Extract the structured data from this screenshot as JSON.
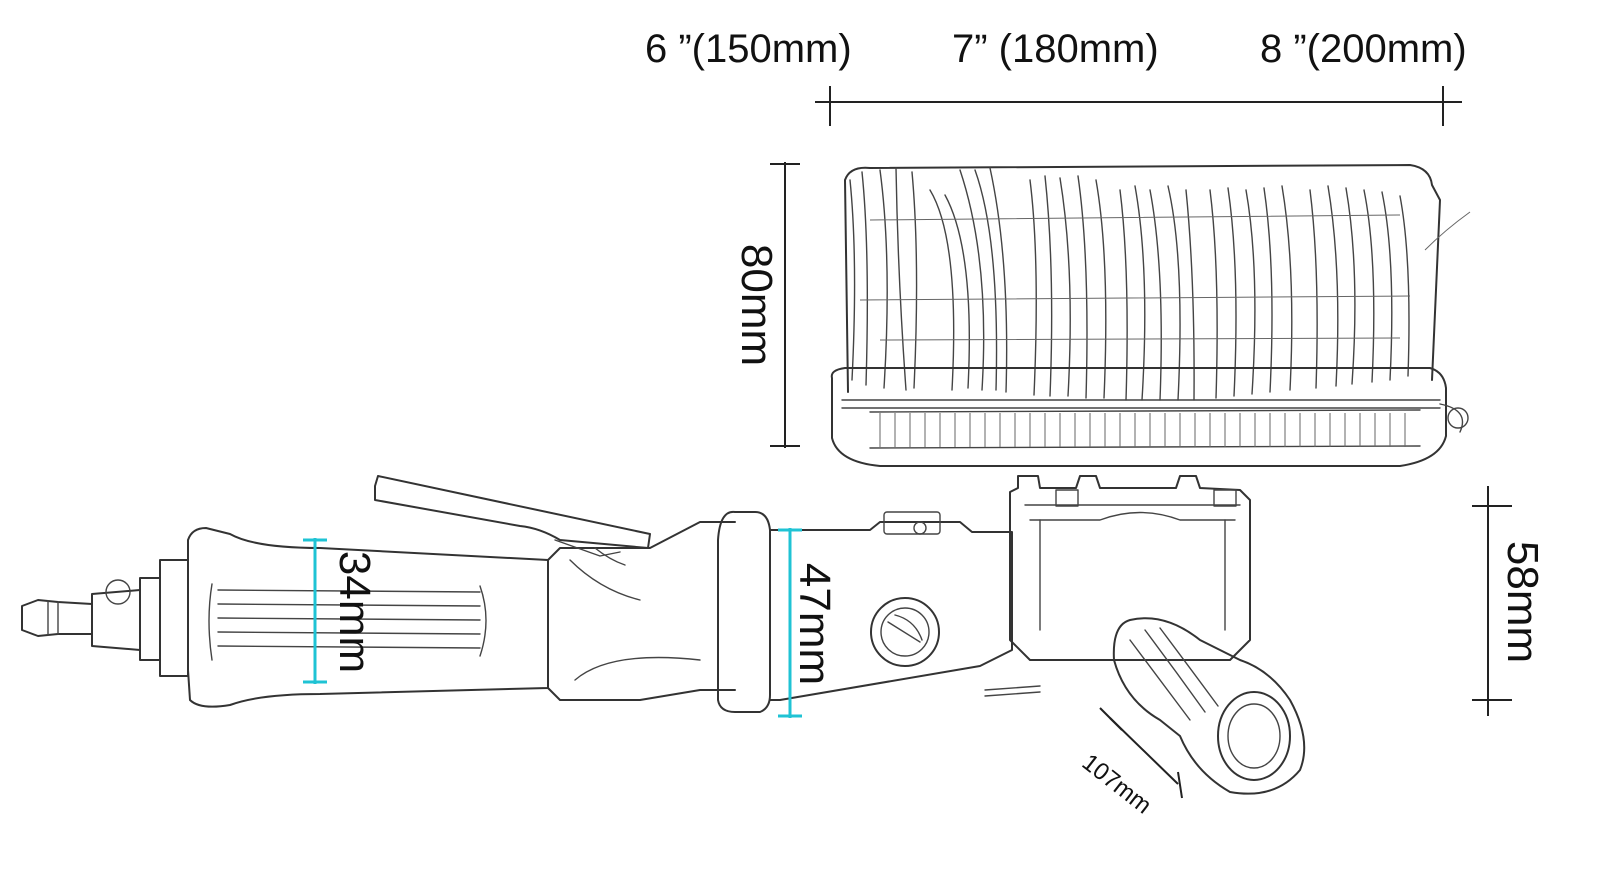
{
  "sizes": {
    "size_6": "6 ”(150mm)",
    "size_7": "7” (180mm)",
    "size_8": "8 ”(200mm)"
  },
  "dimensions": {
    "brush_height": "80mm",
    "head_height": "58mm",
    "handle_diameter": "34mm",
    "body_diameter": "47mm",
    "head_length": "107mm"
  },
  "colors": {
    "line": "#333333",
    "accent_dimension": "#1fc3d4",
    "background": "#ffffff"
  }
}
